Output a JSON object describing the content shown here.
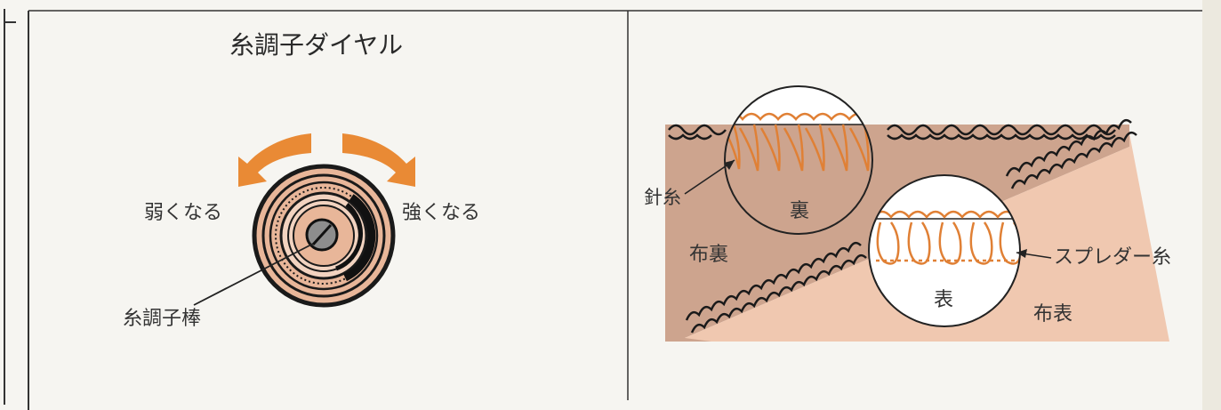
{
  "left_panel": {
    "title": "糸調子ダイヤル",
    "weaker_label": "弱くなる",
    "stronger_label": "強くなる",
    "rod_label": "糸調子棒"
  },
  "right_panel": {
    "needle_thread_label": "針糸",
    "back_label": "裏",
    "fabric_back_label": "布裏",
    "front_label": "表",
    "spreader_thread_label": "スプレダー糸",
    "fabric_front_label": "布表"
  },
  "colors": {
    "arrow": "#e98a35",
    "dial_face": "#e8b699",
    "fabric_back": "#cda48e",
    "fabric_front": "#f0c8b0",
    "thread_orange": "#e08035",
    "ink": "#222222"
  }
}
